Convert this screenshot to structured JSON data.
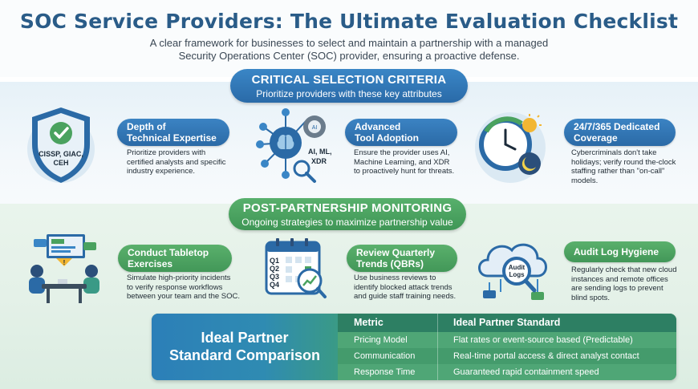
{
  "header": {
    "title": "SOC Service Providers: The Ultimate Evaluation Checklist",
    "subtitle_line1": "A clear framework for businesses to select and maintain a partnership with a managed",
    "subtitle_line2": "Security Operations Center (SOC) provider, ensuring a proactive defense."
  },
  "criteria": {
    "heading": "CRITICAL SELECTION CRITERIA",
    "subheading": "Prioritize providers with these key attributes",
    "items": [
      {
        "label_line1": "Depth of",
        "label_line2": "Technical Expertise",
        "desc_line1": "Prioritize providers with",
        "desc_line2": "certified analysts and specific",
        "desc_line3": "industry experience.",
        "icon": "shield-check-icon",
        "icon_text_line1": "CISSP, GIAC,",
        "icon_text_line2": "CEH"
      },
      {
        "label_line1": "Advanced",
        "label_line2": "Tool Adoption",
        "desc_line1": "Ensure the provider uses AI,",
        "desc_line2": "Machine Learning, and XDR",
        "desc_line3": "to proactively hunt for threats.",
        "icon": "ai-brain-icon",
        "icon_text_line1": "AI, ML,",
        "icon_text_line2": "XDR"
      },
      {
        "label_line1": "24/7/365 Dedicated",
        "label_line2": "Coverage",
        "desc_line1": "Cybercriminals don't take",
        "desc_line2": "holidays; verify round the-clock",
        "desc_line3": "staffing rather than \"on-call\"",
        "desc_line4": "models.",
        "icon": "clock-day-night-icon"
      }
    ]
  },
  "monitoring": {
    "heading": "POST-PARTNERSHIP MONITORING",
    "subheading": "Ongoing strategies to maximize partnership value",
    "items": [
      {
        "label_line1": "Conduct Tabletop",
        "label_line2": "Exercises",
        "desc_line1": "Simulate high-priority incidents",
        "desc_line2": "to verify response workflows",
        "desc_line3": "between your team and the SOC.",
        "icon": "meeting-table-icon"
      },
      {
        "label_line1": "Review Quarterly",
        "label_line2": "Trends (QBRs)",
        "desc_line1": "Use business reviews to",
        "desc_line2": "identify blocked attack trends",
        "desc_line3": "and guide staff training needs.",
        "icon": "calendar-chart-icon",
        "quarters": [
          "Q1",
          "Q2",
          "Q3",
          "Q4"
        ]
      },
      {
        "label_line1": "Audit Log Hygiene",
        "desc_line1": "Regularly check that new cloud",
        "desc_line2": "instances and remote offices",
        "desc_line3": "are sending logs to prevent",
        "desc_line4": "blind spots.",
        "icon": "cloud-magnifier-icon",
        "icon_text_line1": "Audit",
        "icon_text_line2": "Logs"
      }
    ]
  },
  "comparison": {
    "title_line1": "Ideal Partner",
    "title_line2": "Standard Comparison",
    "columns": [
      "Metric",
      "Ideal Partner Standard"
    ],
    "rows": [
      [
        "Pricing Model",
        "Flat rates or event-source based (Predictable)"
      ],
      [
        "Communication",
        "Real-time portal access & direct analyst contact"
      ],
      [
        "Response Time",
        "Guaranteed rapid containment speed"
      ]
    ]
  },
  "colors": {
    "title_blue": "#2a5c88",
    "accent_blue": "#2f74b5",
    "accent_green": "#4aa25f"
  }
}
